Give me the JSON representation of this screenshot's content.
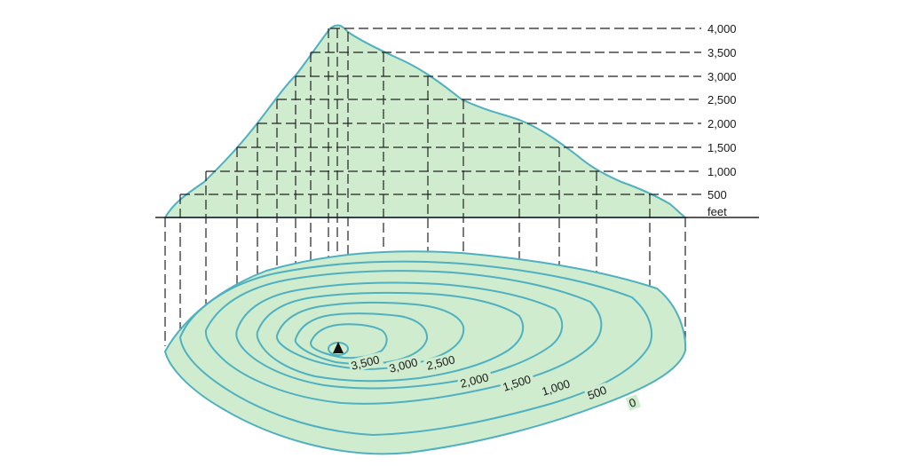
{
  "colors": {
    "fill": "#cfeccf",
    "outline": "#4fb0c0",
    "ink": "#222222"
  },
  "profile": {
    "unit_label": "feet",
    "elevations": [
      {
        "value": 4000,
        "label": "4,000"
      },
      {
        "value": 3500,
        "label": "3,500"
      },
      {
        "value": 3000,
        "label": "3,000"
      },
      {
        "value": 2500,
        "label": "2,500"
      },
      {
        "value": 2000,
        "label": "2,000"
      },
      {
        "value": 1500,
        "label": "1,500"
      },
      {
        "value": 1000,
        "label": "1,000"
      },
      {
        "value": 500,
        "label": "500"
      }
    ]
  },
  "contour_map": {
    "summit_icon": "triangle-summit-icon",
    "labels": [
      {
        "key": "c3500",
        "text": "3,500"
      },
      {
        "key": "c3000",
        "text": "3,000"
      },
      {
        "key": "c2500",
        "text": "2,500"
      },
      {
        "key": "c2000",
        "text": "2,000"
      },
      {
        "key": "c1500",
        "text": "1,500"
      },
      {
        "key": "c1000",
        "text": "1,000"
      },
      {
        "key": "c500",
        "text": "500"
      },
      {
        "key": "c0",
        "text": "0"
      }
    ]
  }
}
